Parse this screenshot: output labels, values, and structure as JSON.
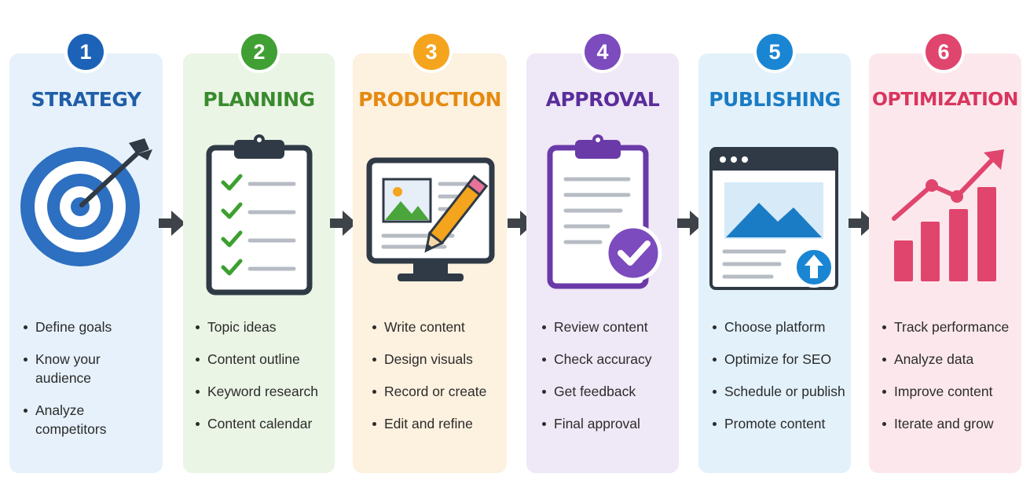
{
  "steps": [
    {
      "number": "1",
      "title": "STRATEGY",
      "icon": "target-icon",
      "color": "#1f5ea8",
      "badge_color": "#1c63b7",
      "bg": "#e6f1fb",
      "bullets": [
        "Define goals",
        "Know your audience",
        "Analyze competitors"
      ]
    },
    {
      "number": "2",
      "title": "PLANNING",
      "icon": "clipboard-checklist-icon",
      "color": "#3a8a2e",
      "badge_color": "#41a033",
      "bg": "#eaf5e5",
      "bullets": [
        "Topic ideas",
        "Content outline",
        "Keyword research",
        "Content calendar"
      ]
    },
    {
      "number": "3",
      "title": "PRODUCTION",
      "icon": "monitor-pencil-icon",
      "color": "#e58a10",
      "badge_color": "#f4a41d",
      "bg": "#fdf1df",
      "bullets": [
        "Write content",
        "Design visuals",
        "Record or create",
        "Edit and refine"
      ]
    },
    {
      "number": "4",
      "title": "APPROVAL",
      "icon": "clipboard-approved-icon",
      "color": "#5a2d9b",
      "badge_color": "#7c4bbd",
      "bg": "#efe8f6",
      "bullets": [
        "Review content",
        "Check accuracy",
        "Get feedback",
        "Final approval"
      ]
    },
    {
      "number": "5",
      "title": "PUBLISHING",
      "icon": "browser-upload-icon",
      "color": "#1a7cc4",
      "badge_color": "#1a86d3",
      "bg": "#e3f1fb",
      "bullets": [
        "Choose platform",
        "Optimize for SEO",
        "Schedule or publish",
        "Promote content"
      ]
    },
    {
      "number": "6",
      "title": "OPTIMIZATION",
      "icon": "growth-chart-icon",
      "color": "#d9365f",
      "badge_color": "#e0456e",
      "bg": "#fce8ec",
      "bullets": [
        "Track performance",
        "Analyze data",
        "Improve content",
        "Iterate and grow"
      ]
    }
  ],
  "arrows": [
    "arrow-right-icon",
    "arrow-right-icon",
    "arrow-right-icon",
    "arrow-right-icon",
    "arrow-right-icon"
  ],
  "arrow_color": "#3d4348"
}
